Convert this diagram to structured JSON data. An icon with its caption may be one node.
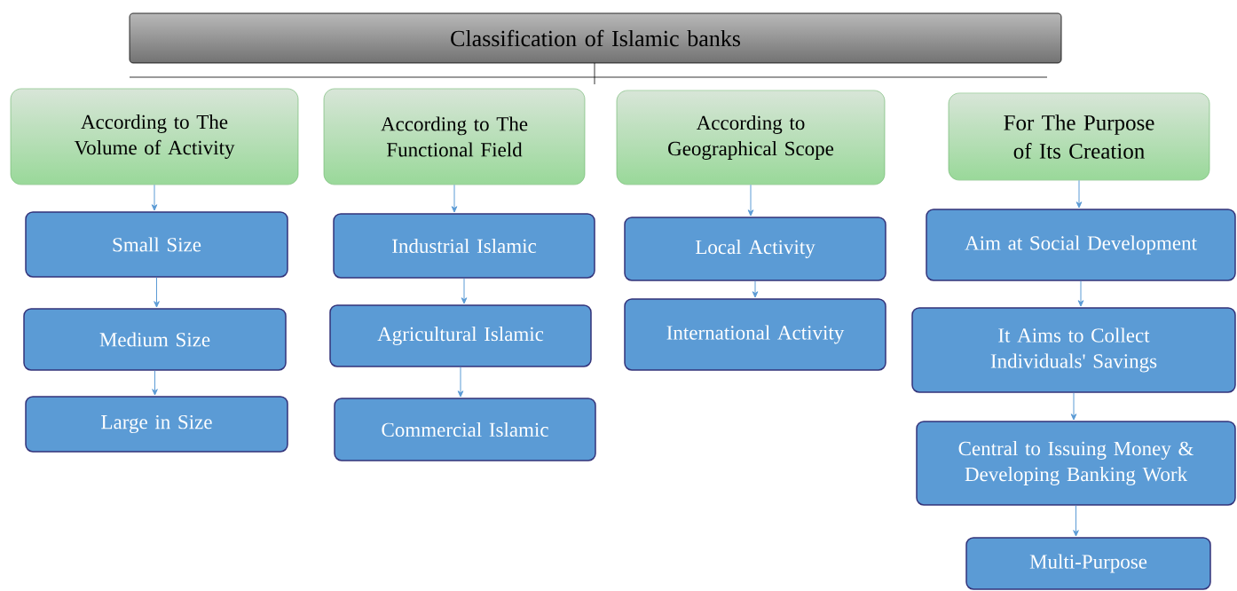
{
  "diagram": {
    "nodes": [
      {
        "text": [
          "Classification of Islamic banks"
        ]
      },
      {
        "text": [
          "According to The Volume of Activity"
        ]
      },
      {
        "text": [
          "Small Size"
        ]
      },
      {
        "text": [
          "Medium Size"
        ]
      },
      {
        "text": [
          "Large in Size"
        ]
      },
      {
        "text": [
          "According to The Functional Field"
        ]
      },
      {
        "text": [
          "Industrial Islamic"
        ]
      },
      {
        "text": [
          "Agricultural Islamic"
        ]
      },
      {
        "text": [
          "Commercial Islamic"
        ]
      },
      {
        "text": [
          "According to Geographical Scope"
        ]
      },
      {
        "text": [
          "Local Activity"
        ]
      },
      {
        "text": [
          "International Activity"
        ]
      },
      {
        "text": [
          "For The Purpose of Its Creation"
        ]
      },
      {
        "text": [
          "Aim at Social Development"
        ]
      },
      {
        "text": [
          "It Aims to Collect Individuals' Savings"
        ]
      },
      {
        "text": [
          "Central to Issuing Money & Developing Banking Work"
        ]
      },
      {
        "text": [
          "Multi-Purpose"
        ]
      }
    ],
    "edges": [
      {
        "from": 1,
        "to": 2,
        "arrow": "to"
      },
      {
        "from": 2,
        "to": 3,
        "arrow": "to"
      },
      {
        "from": 3,
        "to": 4,
        "arrow": "to"
      },
      {
        "from": 5,
        "to": 6,
        "arrow": "to"
      },
      {
        "from": 6,
        "to": 7,
        "arrow": "to"
      },
      {
        "from": 7,
        "to": 8,
        "arrow": "to"
      },
      {
        "from": 9,
        "to": 10,
        "arrow": "to"
      },
      {
        "from": 10,
        "to": 11,
        "arrow": "to"
      },
      {
        "from": 12,
        "to": 13,
        "arrow": "to"
      },
      {
        "from": 13,
        "to": 14,
        "arrow": "to"
      },
      {
        "from": 14,
        "to": 15,
        "arrow": "to"
      },
      {
        "from": 15,
        "to": 16,
        "arrow": "to"
      }
    ]
  }
}
